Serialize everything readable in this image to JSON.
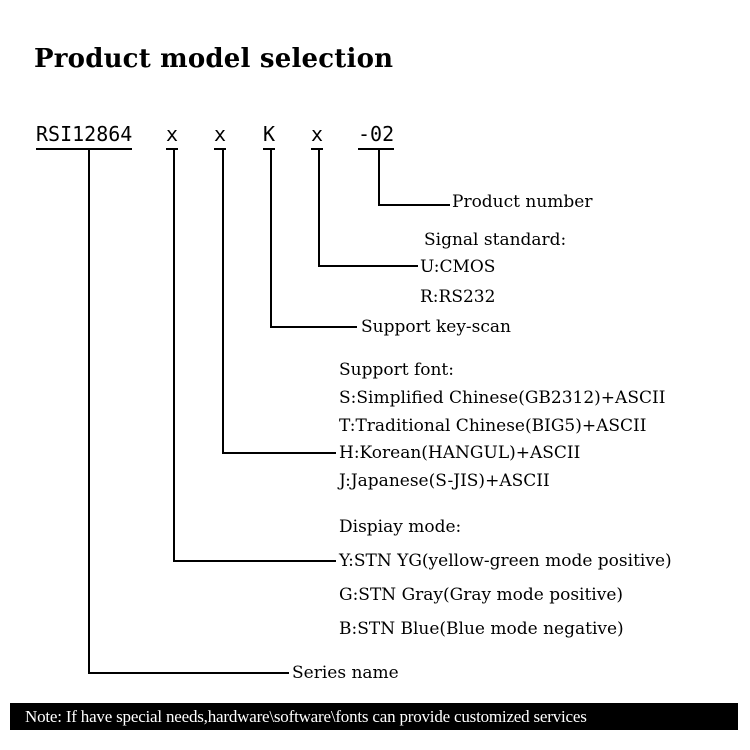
{
  "title": "Product model selection",
  "code": {
    "series": "RSI12864",
    "display": "x",
    "font": "x",
    "keyscan": "K",
    "signal": "x",
    "number": "-02"
  },
  "labels": {
    "product_number": "Product number",
    "signal_heading": "Signal standard:",
    "signal_u": "U:CMOS",
    "signal_r": "R:RS232",
    "keyscan": "Support key-scan",
    "font_heading": "Support font:",
    "font_s": "S:Simplified Chinese(GB2312)+ASCII",
    "font_t": "T:Traditional Chinese(BIG5)+ASCII",
    "font_h": "H:Korean(HANGUL)+ASCII",
    "font_j": "J:Japanese(S-JIS)+ASCII",
    "display_heading": "Dispiay mode:",
    "display_y": "Y:STN YG(yellow-green mode positive)",
    "display_g": "G:STN Gray(Gray mode positive)",
    "display_b": "B:STN Blue(Blue mode negative)",
    "series": "Series name"
  },
  "note": "Note: If have special needs,hardware\\software\\fonts can provide customized services"
}
